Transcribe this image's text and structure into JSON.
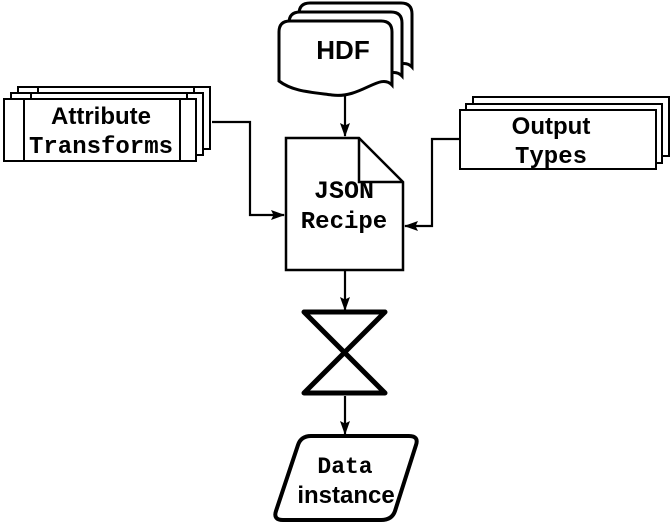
{
  "diagram": {
    "colors": {
      "background": "#ffffff",
      "stroke": "#000000",
      "text": "#000000"
    },
    "nodes": {
      "hdf": {
        "shape": "document-stack",
        "label": "HDF"
      },
      "attribute_transforms": {
        "shape": "predefined-process-stack",
        "line1": "Attribute",
        "line2": "Transforms"
      },
      "output_types": {
        "shape": "rectangle-stack",
        "line1": "Output",
        "line2": "Types"
      },
      "json_recipe": {
        "shape": "note-folded-corner",
        "line1": "JSON",
        "line2": "Recipe"
      },
      "collate": {
        "shape": "hourglass",
        "label": ""
      },
      "data_instance": {
        "shape": "parallelogram",
        "line1": "Data",
        "line2": "instance"
      }
    },
    "edges": [
      {
        "from": "hdf",
        "to": "json_recipe"
      },
      {
        "from": "attribute_transforms",
        "to": "json_recipe"
      },
      {
        "from": "output_types",
        "to": "json_recipe"
      },
      {
        "from": "json_recipe",
        "to": "collate"
      },
      {
        "from": "collate",
        "to": "data_instance"
      }
    ]
  }
}
